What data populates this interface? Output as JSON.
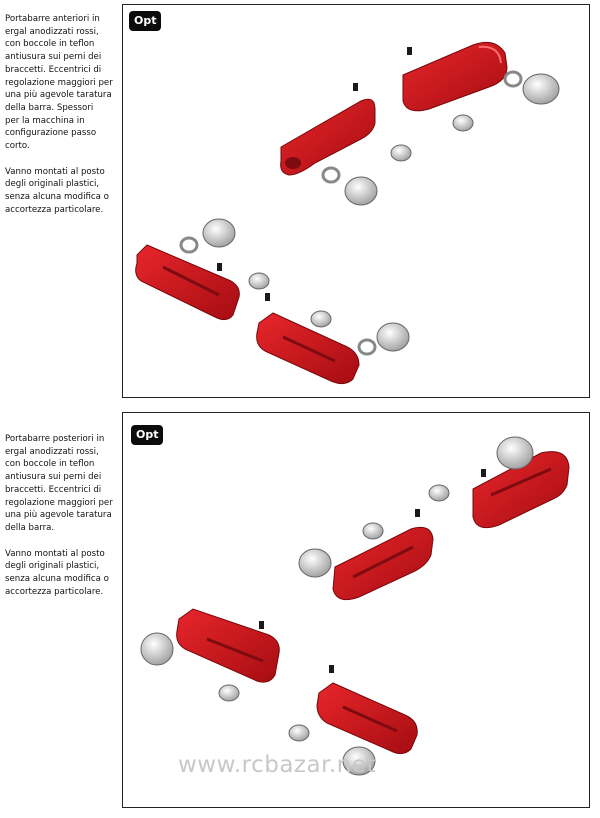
{
  "sections": [
    {
      "badge": "Opt",
      "paragraphs": [
        "Portabarre anteriori in\nergal anodizzati rossi,\ncon boccole in teflon\nantiusura sui perni dei\nbraccetti. Eccentrici di\nregolazione maggiori per\nuna più agevole taratura\ndella barra. Spessori\nper la macchina in\nconfigurazione passo\ncorto.",
        "Vanno montati al posto\ndegli originali plastici,\nsenza alcuna modifica o\naccortezza particolare."
      ]
    },
    {
      "badge": "Opt",
      "paragraphs": [
        "Portabarre posteriori in\nergal anodizzati rossi,\ncon boccole in teflon\nantiusura sui perni dei\nbraccetti. Eccentrici di\nregolazione maggiori per\nuna più agevole taratura\ndella barra.",
        "Vanno montati al posto\ndegli originali plastici,\nsenza alcuna modifica o\naccortezza particolare."
      ]
    }
  ],
  "watermark": "www.rcbazar.net",
  "colors": {
    "part_red": "#c8161b",
    "part_red_dark": "#8e0a0e",
    "metal": "#d6d6d6",
    "screw": "#1a1a1a"
  }
}
